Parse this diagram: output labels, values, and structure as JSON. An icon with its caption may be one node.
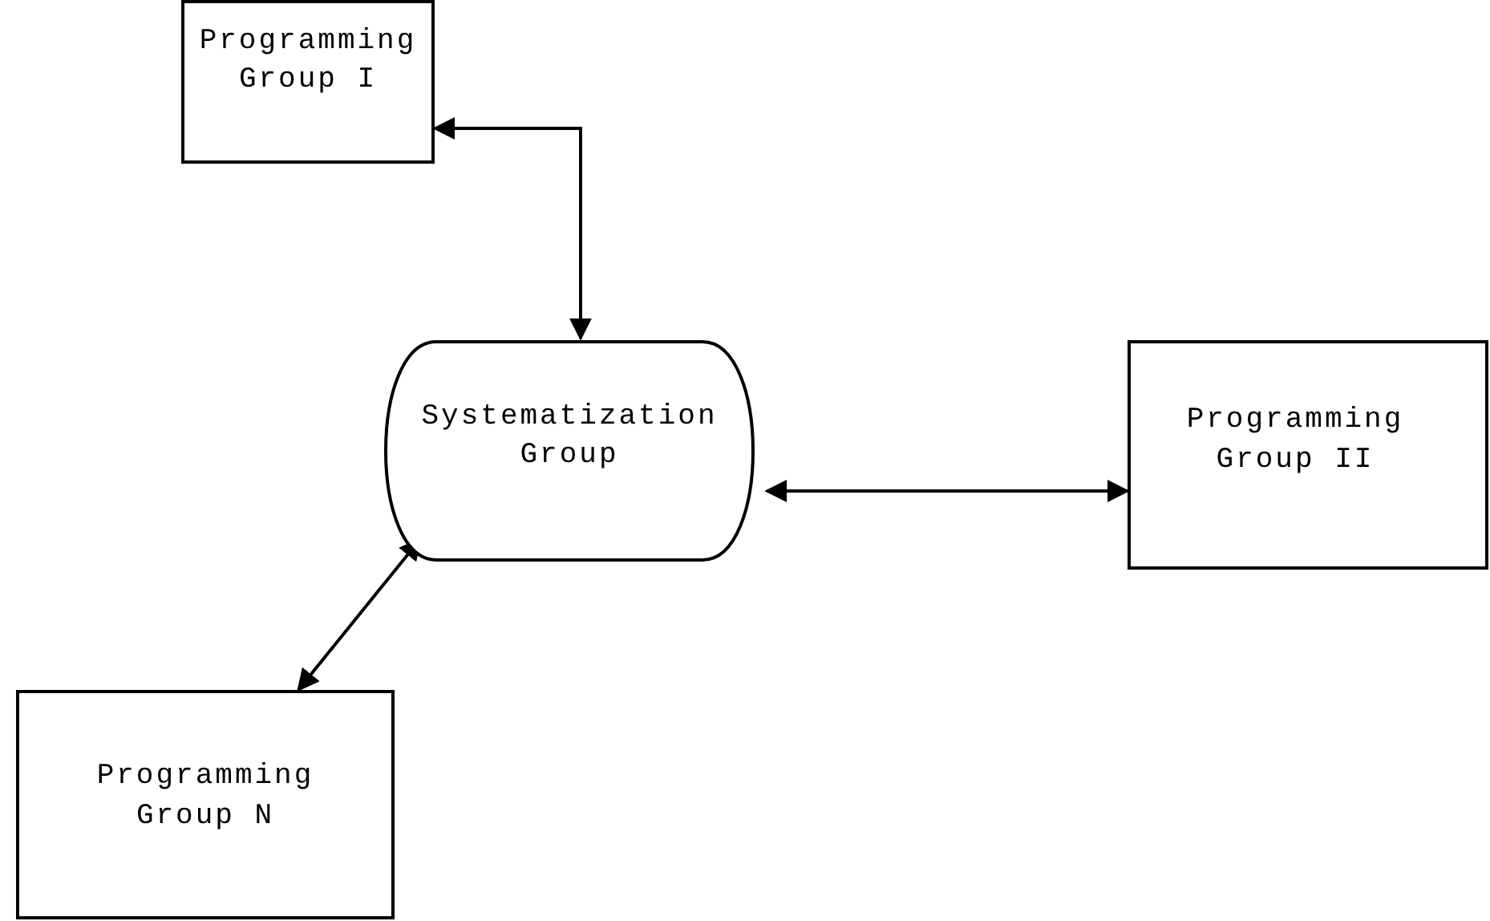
{
  "diagram": {
    "nodes": [
      {
        "text": [
          "Programming Group I"
        ]
      },
      {
        "text": [
          "Systematization Group"
        ]
      },
      {
        "text": [
          "Programming Group II"
        ]
      },
      {
        "text": [
          "Programming Group N"
        ]
      }
    ],
    "edges": [
      {
        "from": 0,
        "to": 1,
        "arrow": "both"
      },
      {
        "from": 1,
        "to": 2,
        "arrow": "both"
      },
      {
        "from": 1,
        "to": 3,
        "arrow": "both"
      }
    ]
  }
}
